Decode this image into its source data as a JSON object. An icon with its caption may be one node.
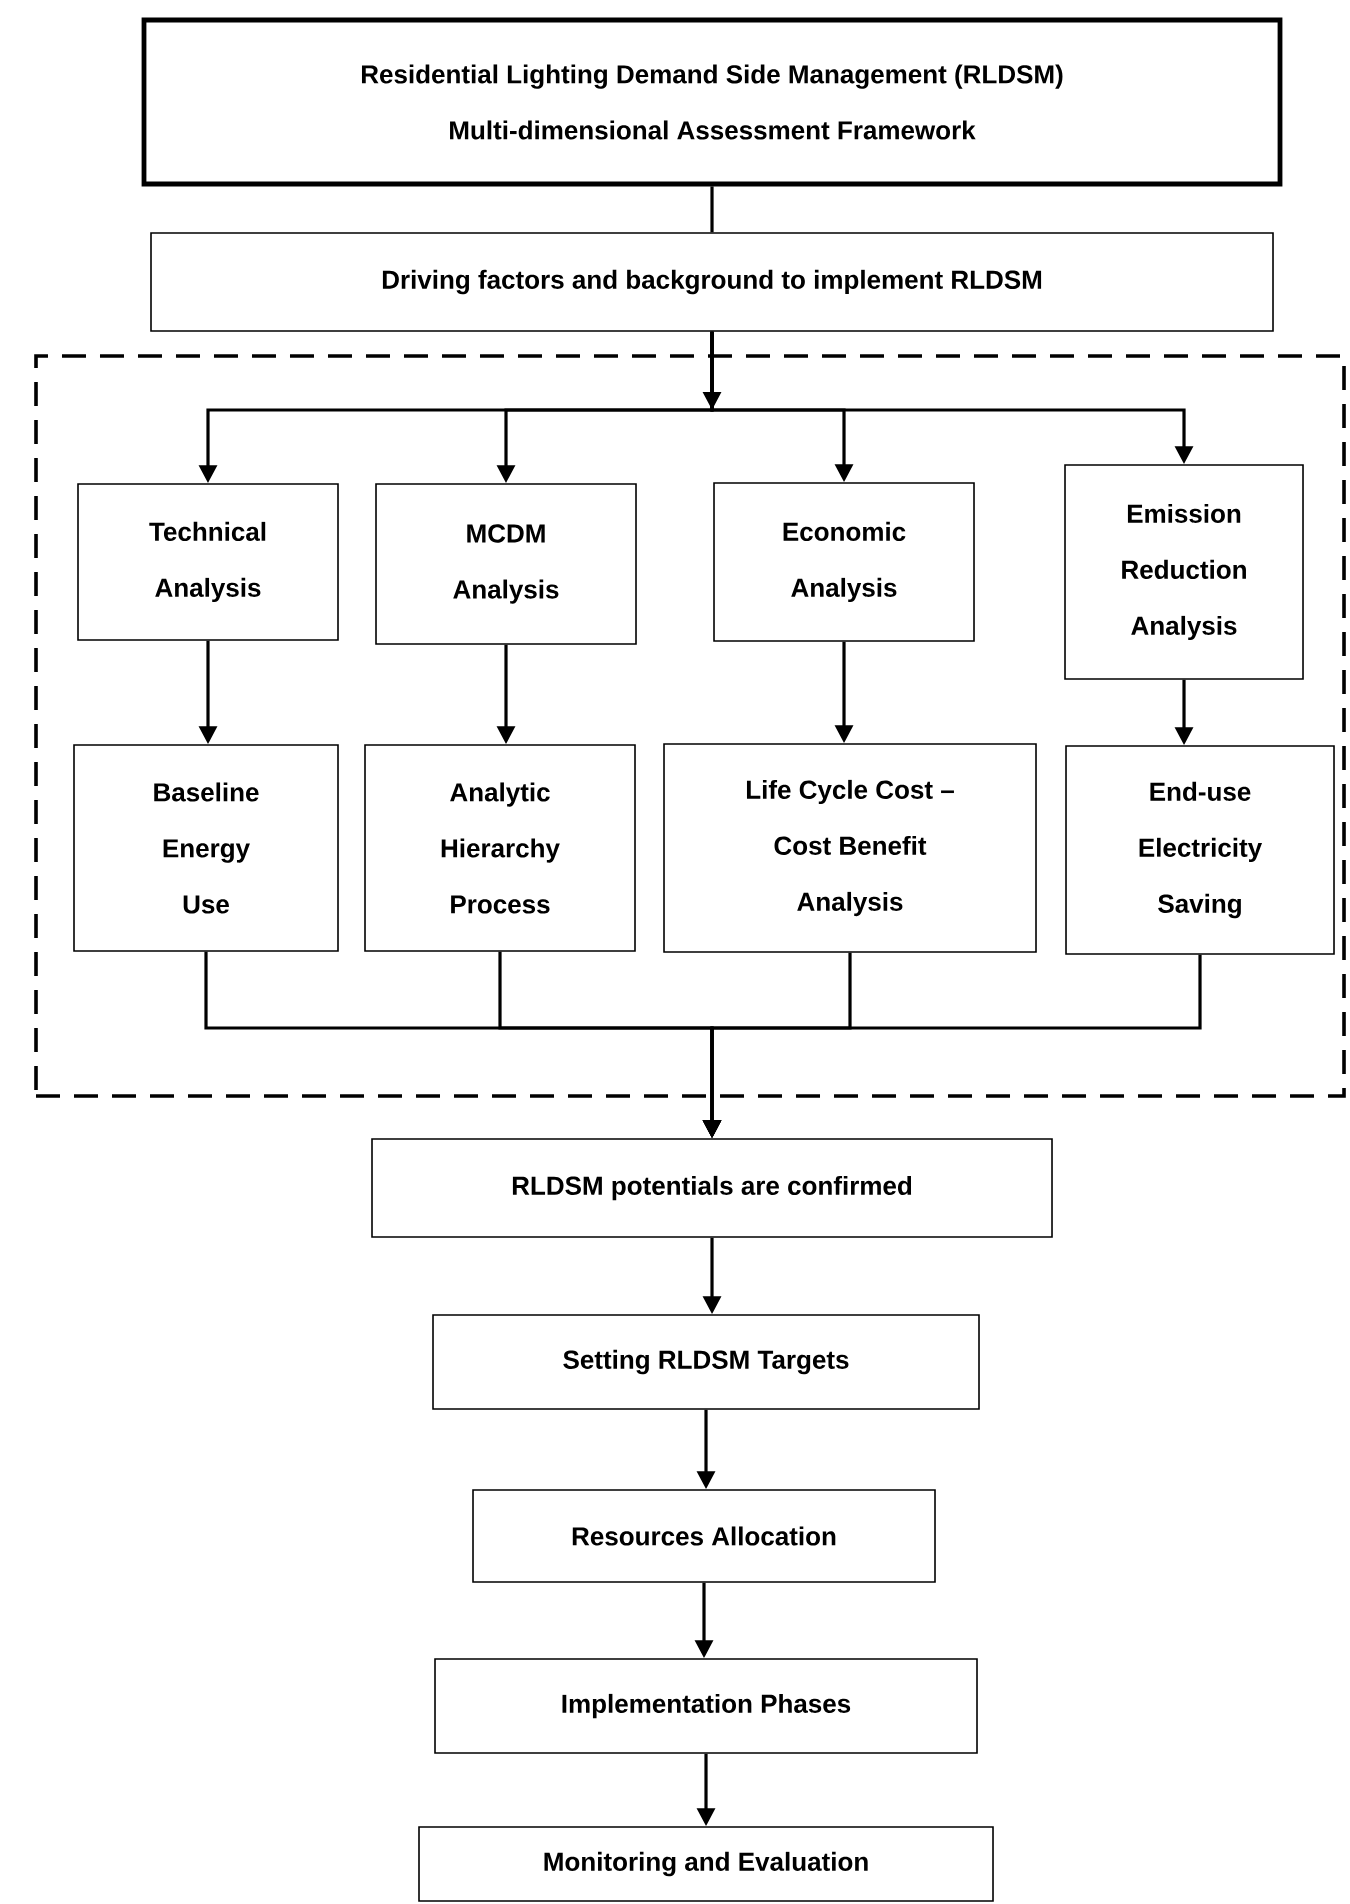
{
  "diagram": {
    "nodes": [
      {
        "text": [
          "Residential Lighting Demand Side Management (RLDSM) Multi-dimensional Assessment Framework"
        ]
      },
      {
        "text": [
          "Driving factors and background to implement RLDSM"
        ]
      },
      {
        "text": [],
        "shape": "box"
      },
      {
        "text": [
          "Technical Analysis"
        ],
        "in": 2
      },
      {
        "text": [
          "MCDM Analysis"
        ],
        "in": 2
      },
      {
        "text": [
          "Economic Analysis"
        ],
        "in": 2
      },
      {
        "text": [
          "Emission Reduction Analysis"
        ],
        "in": 2
      },
      {
        "text": [
          "Baseline Energy Use"
        ],
        "in": 2
      },
      {
        "text": [
          "Analytic Hierarchy Process"
        ],
        "in": 2
      },
      {
        "text": [
          "Life Cycle Cost – Cost Benefit Analysis"
        ],
        "in": 2
      },
      {
        "text": [
          "End-use Electricity Saving"
        ],
        "in": 2
      },
      {
        "text": [
          "RLDSM potentials are confirmed"
        ]
      },
      {
        "text": [
          "Setting RLDSM Targets"
        ]
      },
      {
        "text": [
          "Resources Allocation"
        ]
      },
      {
        "text": [
          "Implementation Phases"
        ]
      },
      {
        "text": [
          "Monitoring and Evaluation"
        ]
      }
    ],
    "edges": [
      {
        "from": 0,
        "to": 1,
        "arrow": "none"
      },
      {
        "from": 1,
        "to": 3,
        "arrow": "to"
      },
      {
        "from": 1,
        "to": 4,
        "arrow": "to"
      },
      {
        "from": 1,
        "to": 5,
        "arrow": "to"
      },
      {
        "from": 1,
        "to": 6,
        "arrow": "to"
      },
      {
        "from": 3,
        "to": 7,
        "arrow": "to"
      },
      {
        "from": 4,
        "to": 8,
        "arrow": "to"
      },
      {
        "from": 5,
        "to": 9,
        "arrow": "to"
      },
      {
        "from": 6,
        "to": 10,
        "arrow": "to"
      },
      {
        "from": 7,
        "to": 11,
        "arrow": "to"
      },
      {
        "from": 8,
        "to": 11,
        "arrow": "to"
      },
      {
        "from": 9,
        "to": 11,
        "arrow": "to"
      },
      {
        "from": 10,
        "to": 11,
        "arrow": "to"
      },
      {
        "from": 11,
        "to": 12,
        "arrow": "to"
      },
      {
        "from": 12,
        "to": 13,
        "arrow": "to"
      },
      {
        "from": 13,
        "to": 14,
        "arrow": "to"
      },
      {
        "from": 14,
        "to": 15,
        "arrow": "to"
      }
    ]
  }
}
